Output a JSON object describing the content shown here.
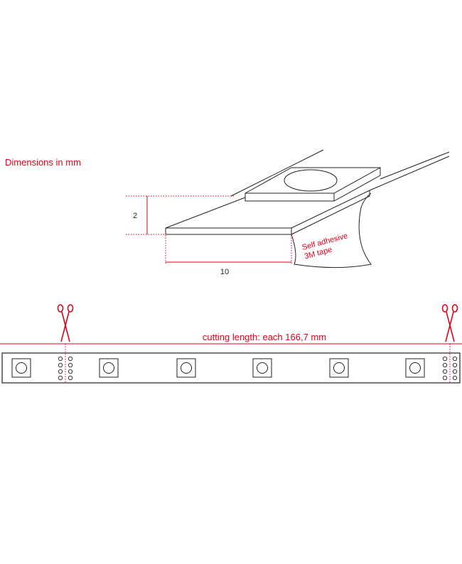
{
  "title": "Dimensions in mm",
  "dimensions": {
    "height": "2",
    "width": "10"
  },
  "tape_label": {
    "line1": "Self adhesive",
    "line2": "3M tape"
  },
  "cutting_label": "cutting length: each  166,7 mm",
  "strip": {
    "led_count": 6,
    "contact_pad_groups": 2,
    "contacts_per_group": 4
  },
  "icons": {
    "cut_marker": "scissors-icon"
  },
  "colors": {
    "accent": "#e2001a",
    "line": "#231f20",
    "background": "#ffffff"
  }
}
